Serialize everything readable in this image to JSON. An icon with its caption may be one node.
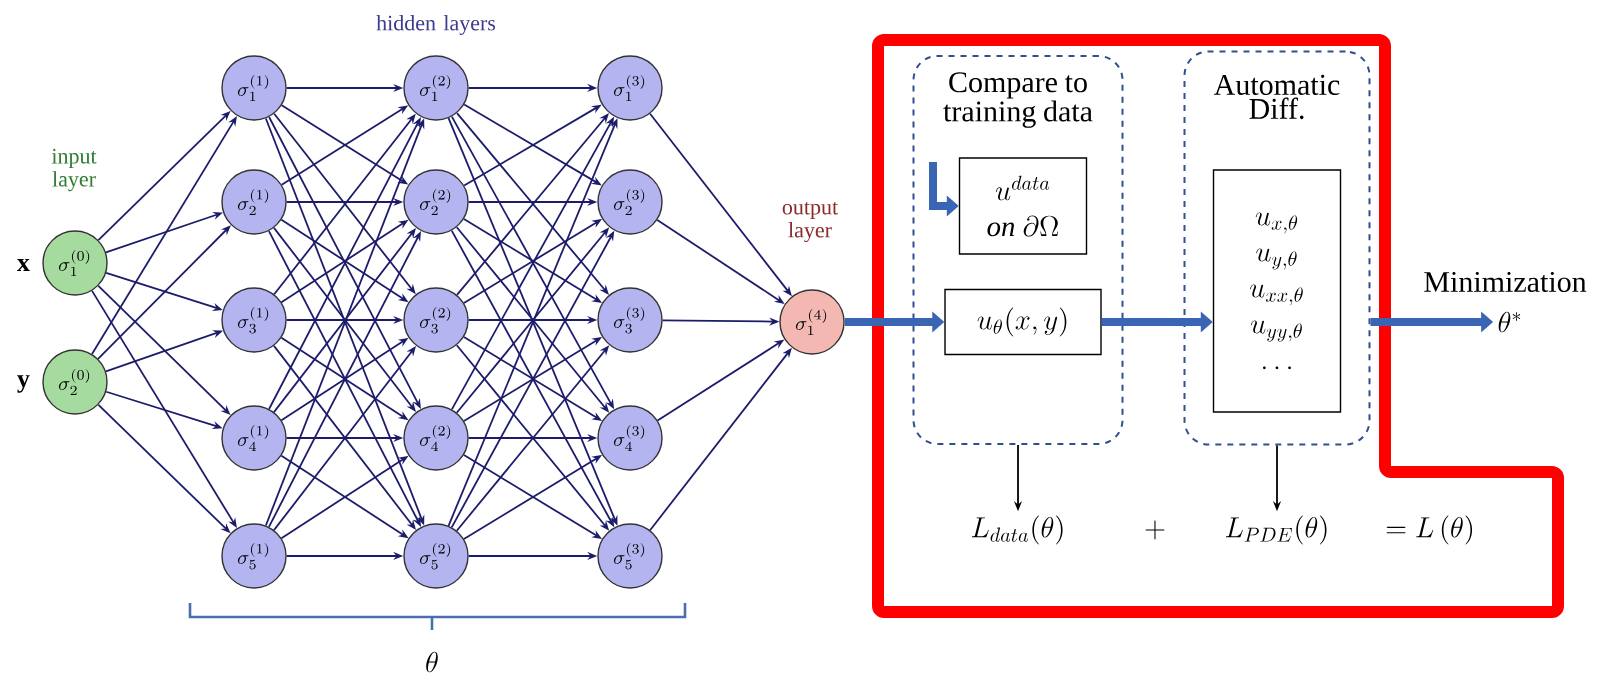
{
  "diagram": {
    "nodes": [
      {
        "text": [
          "\\sigma_{1}^{(0)}"
        ],
        "beside": [
          "x"
        ]
      },
      {
        "text": [
          "\\sigma_{2}^{(0)}"
        ],
        "beside": [
          "y"
        ]
      },
      {
        "text": [
          "\\sigma_{1}^{(1)}"
        ]
      },
      {
        "text": [
          "\\sigma_{2}^{(1)}"
        ]
      },
      {
        "text": [
          "\\sigma_{3}^{(1)}"
        ]
      },
      {
        "text": [
          "\\sigma_{4}^{(1)}"
        ]
      },
      {
        "text": [
          "\\sigma_{5}^{(1)}"
        ]
      },
      {
        "text": [
          "\\sigma_{1}^{(2)}"
        ]
      },
      {
        "text": [
          "\\sigma_{2}^{(2)}"
        ]
      },
      {
        "text": [
          "\\sigma_{3}^{(2)}"
        ]
      },
      {
        "text": [
          "\\sigma_{4}^{(2)}"
        ]
      },
      {
        "text": [
          "\\sigma_{5}^{(2)}"
        ]
      },
      {
        "text": [
          "\\sigma_{1}^{(3)}"
        ]
      },
      {
        "text": [
          "\\sigma_{2}^{(3)}"
        ]
      },
      {
        "text": [
          "\\sigma_{3}^{(3)}"
        ]
      },
      {
        "text": [
          "\\sigma_{4}^{(3)}"
        ]
      },
      {
        "text": [
          "\\sigma_{5}^{(3)}"
        ]
      },
      {
        "text": [
          "\\sigma_{1}^{(4)}"
        ]
      },
      {
        "text": [
          "Compare to training data"
        ]
      },
      {
        "text": [
          "u^{data}",
          "\\mathit{on}\\ \\partial\\Omega"
        ],
        "in": 18
      },
      {
        "text": [
          "u_{\\theta}(x,y)"
        ],
        "in": 18
      },
      {
        "text": [
          "Automatic Diff."
        ]
      },
      {
        "text": [
          "u_{x,\\theta}",
          "u_{y,\\theta}",
          "u_{xx,\\theta}",
          "u_{yy,\\theta}",
          "\\dots"
        ],
        "in": 21
      },
      {
        "text": [
          "L_{data}(\\theta)"
        ]
      },
      {
        "text": [
          "L_{PDE}(\\theta)"
        ]
      },
      {
        "text": [
          "\\theta^{*}"
        ]
      }
    ],
    "edges": [
      {
        "from": 0,
        "to": 2,
        "arrow": "to"
      },
      {
        "from": 0,
        "to": 3,
        "arrow": "to"
      },
      {
        "from": 0,
        "to": 4,
        "arrow": "to"
      },
      {
        "from": 0,
        "to": 5,
        "arrow": "to"
      },
      {
        "from": 0,
        "to": 6,
        "arrow": "to"
      },
      {
        "from": 1,
        "to": 2,
        "arrow": "to"
      },
      {
        "from": 1,
        "to": 3,
        "arrow": "to"
      },
      {
        "from": 1,
        "to": 4,
        "arrow": "to"
      },
      {
        "from": 1,
        "to": 5,
        "arrow": "to"
      },
      {
        "from": 1,
        "to": 6,
        "arrow": "to"
      },
      {
        "from": 2,
        "to": 7,
        "arrow": "to"
      },
      {
        "from": 2,
        "to": 8,
        "arrow": "to"
      },
      {
        "from": 2,
        "to": 9,
        "arrow": "to"
      },
      {
        "from": 2,
        "to": 10,
        "arrow": "to"
      },
      {
        "from": 2,
        "to": 11,
        "arrow": "to"
      },
      {
        "from": 3,
        "to": 7,
        "arrow": "to"
      },
      {
        "from": 3,
        "to": 8,
        "arrow": "to"
      },
      {
        "from": 3,
        "to": 9,
        "arrow": "to"
      },
      {
        "from": 3,
        "to": 10,
        "arrow": "to"
      },
      {
        "from": 3,
        "to": 11,
        "arrow": "to"
      },
      {
        "from": 4,
        "to": 7,
        "arrow": "to"
      },
      {
        "from": 4,
        "to": 8,
        "arrow": "to"
      },
      {
        "from": 4,
        "to": 9,
        "arrow": "to"
      },
      {
        "from": 4,
        "to": 10,
        "arrow": "to"
      },
      {
        "from": 4,
        "to": 11,
        "arrow": "to"
      },
      {
        "from": 5,
        "to": 7,
        "arrow": "to"
      },
      {
        "from": 5,
        "to": 8,
        "arrow": "to"
      },
      {
        "from": 5,
        "to": 9,
        "arrow": "to"
      },
      {
        "from": 5,
        "to": 10,
        "arrow": "to"
      },
      {
        "from": 5,
        "to": 11,
        "arrow": "to"
      },
      {
        "from": 6,
        "to": 7,
        "arrow": "to"
      },
      {
        "from": 6,
        "to": 8,
        "arrow": "to"
      },
      {
        "from": 6,
        "to": 9,
        "arrow": "to"
      },
      {
        "from": 6,
        "to": 10,
        "arrow": "to"
      },
      {
        "from": 6,
        "to": 11,
        "arrow": "to"
      },
      {
        "from": 7,
        "to": 12,
        "arrow": "to"
      },
      {
        "from": 7,
        "to": 13,
        "arrow": "to"
      },
      {
        "from": 7,
        "to": 14,
        "arrow": "to"
      },
      {
        "from": 7,
        "to": 15,
        "arrow": "to"
      },
      {
        "from": 7,
        "to": 16,
        "arrow": "to"
      },
      {
        "from": 8,
        "to": 12,
        "arrow": "to"
      },
      {
        "from": 8,
        "to": 13,
        "arrow": "to"
      },
      {
        "from": 8,
        "to": 14,
        "arrow": "to"
      },
      {
        "from": 8,
        "to": 15,
        "arrow": "to"
      },
      {
        "from": 8,
        "to": 16,
        "arrow": "to"
      },
      {
        "from": 9,
        "to": 12,
        "arrow": "to"
      },
      {
        "from": 9,
        "to": 13,
        "arrow": "to"
      },
      {
        "from": 9,
        "to": 14,
        "arrow": "to"
      },
      {
        "from": 9,
        "to": 15,
        "arrow": "to"
      },
      {
        "from": 9,
        "to": 16,
        "arrow": "to"
      },
      {
        "from": 10,
        "to": 12,
        "arrow": "to"
      },
      {
        "from": 10,
        "to": 13,
        "arrow": "to"
      },
      {
        "from": 10,
        "to": 14,
        "arrow": "to"
      },
      {
        "from": 10,
        "to": 15,
        "arrow": "to"
      },
      {
        "from": 10,
        "to": 16,
        "arrow": "to"
      },
      {
        "from": 11,
        "to": 12,
        "arrow": "to"
      },
      {
        "from": 11,
        "to": 13,
        "arrow": "to"
      },
      {
        "from": 11,
        "to": 14,
        "arrow": "to"
      },
      {
        "from": 11,
        "to": 15,
        "arrow": "to"
      },
      {
        "from": 11,
        "to": 16,
        "arrow": "to"
      },
      {
        "from": 12,
        "to": 17,
        "arrow": "to"
      },
      {
        "from": 13,
        "to": 17,
        "arrow": "to"
      },
      {
        "from": 14,
        "to": 17,
        "arrow": "to"
      },
      {
        "from": 15,
        "to": 17,
        "arrow": "to"
      },
      {
        "from": 16,
        "to": 17,
        "arrow": "to"
      },
      {
        "from": 17,
        "to": 20,
        "arrow": "to",
        "style": "thick",
        "color": "#3a65b5"
      },
      {
        "from": 20,
        "to": 22,
        "arrow": "to",
        "style": "thick",
        "color": "#3a65b5"
      },
      {
        "from": 21,
        "to": 25,
        "arrow": "to",
        "label": "Minimization",
        "style": "thick",
        "color": "#3a65b5"
      },
      {
        "from": null,
        "to": 19,
        "arrow": "to",
        "style": "thick",
        "color": "#3a65b5"
      },
      {
        "from": 18,
        "to": 23,
        "arrow": "to",
        "color": "#000000"
      },
      {
        "from": 21,
        "to": 24,
        "arrow": "to",
        "color": "#000000"
      }
    ],
    "labels": [
      "hidden layers",
      "input layer",
      "output layer",
      "\\theta",
      "+",
      "= L\\,(\\theta)"
    ]
  }
}
